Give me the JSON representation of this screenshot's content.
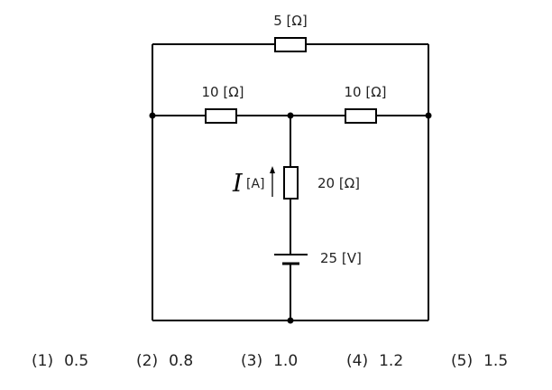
{
  "circuit": {
    "top_resistor": "5 [Ω]",
    "left_resistor": "10 [Ω]",
    "right_resistor": "10 [Ω]",
    "middle_resistor": "20 [Ω]",
    "battery": "25 [V]",
    "current_symbol": "I",
    "current_unit": "[A]"
  },
  "choices": [
    {
      "num": "(1)",
      "value": "0.5"
    },
    {
      "num": "(2)",
      "value": "0.8"
    },
    {
      "num": "(3)",
      "value": "1.0"
    },
    {
      "num": "(4)",
      "value": "1.2"
    },
    {
      "num": "(5)",
      "value": "1.5"
    }
  ]
}
